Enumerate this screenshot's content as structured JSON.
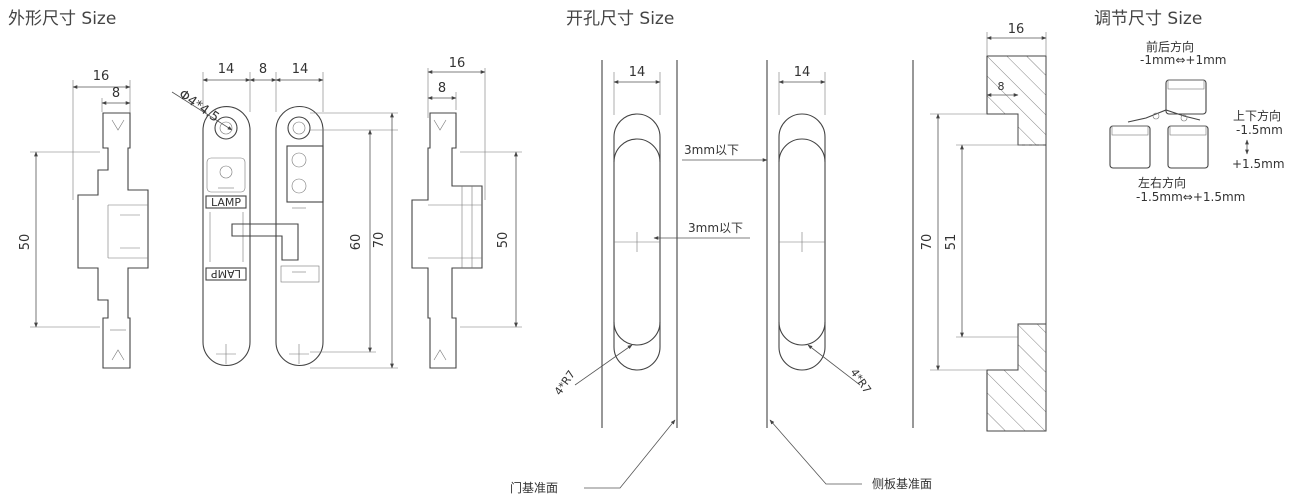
{
  "titles": {
    "outer": "外形尺寸 Size",
    "hole": "开孔尺寸 Size",
    "adjust": "调节尺寸 Size"
  },
  "outer_view": {
    "dim_16_left": "16",
    "dim_8_left": "8",
    "dim_50_left": "50",
    "dim_diameter": "Φ4*4.5",
    "dim_14_a": "14",
    "dim_8_mid": "8",
    "dim_14_b": "14",
    "dim_60": "60",
    "dim_70": "70",
    "dim_16_right": "16",
    "dim_8_right": "8",
    "dim_50_right": "50",
    "logo_text": "LAMP"
  },
  "hole_view": {
    "dim_14_left": "14",
    "dim_14_right": "14",
    "gap_top": "3mm以下",
    "gap_mid": "3mm以下",
    "radius_left": "4*R7",
    "radius_right": "4*R7",
    "door_ref": "门基准面",
    "side_ref": "侧板基准面"
  },
  "adjust_view": {
    "dim_16": "16",
    "dim_8": "8",
    "dim_70": "70",
    "dim_51": "51",
    "front_back_title": "前后方向",
    "front_back_range": "-1mm⇔+1mm",
    "up_down_title": "上下方向",
    "up_down_minus": "-1.5mm",
    "up_down_plus": "+1.5mm",
    "left_right_title": "左右方向",
    "left_right_range": "-1.5mm⇔+1.5mm"
  }
}
